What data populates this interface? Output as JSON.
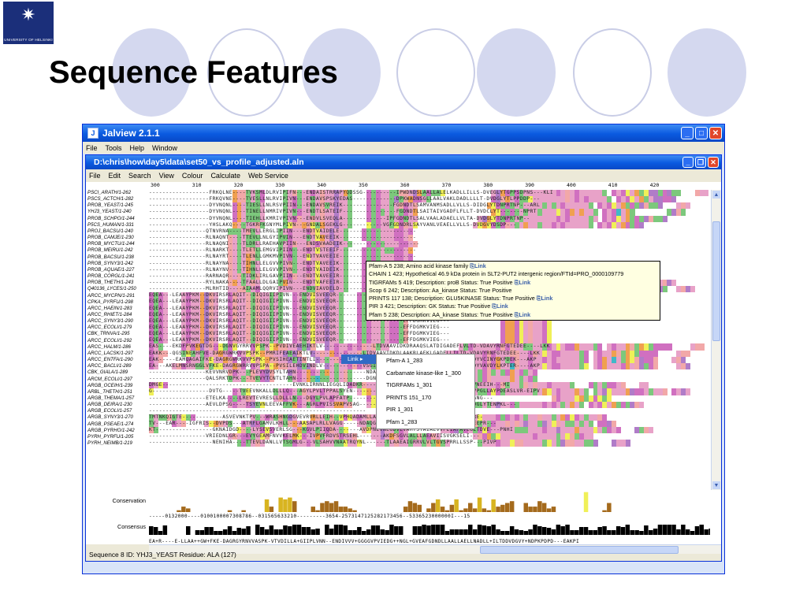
{
  "slide": {
    "title": "Sequence Features",
    "logo_text": "UNIVERSITY OF HELSINKI"
  },
  "app": {
    "title": "Jalview 2.1.1",
    "menu": [
      "File",
      "Tools",
      "Help",
      "Window"
    ]
  },
  "alignment_window": {
    "title": "D:\\chris\\how\\day5\\data\\set50_vs_profile_adjusted.aln",
    "menu": [
      "File",
      "Edit",
      "Search",
      "View",
      "Colour",
      "Calculate",
      "Web Service"
    ]
  },
  "ruler": [
    "300",
    "310",
    "320",
    "330",
    "340",
    "350",
    "360",
    "370",
    "380",
    "390",
    "400",
    "410",
    "420"
  ],
  "sequence_names": [
    "PSCI_ARATH/1-262",
    "PSCS_ACTCH/1-282",
    "PROB_YEAST/1-245",
    "YHJ3_YEAST/1-240",
    "PROB_SCHPO/1-244",
    "P5CS_HUMAN/1-331",
    "PROJ_BACSU/1-240",
    "PROB_CAMJE/1-230",
    "PROB_MYCTU/1-244",
    "PROB_MEIRU/1-242",
    "PROB_BACSU/1-238",
    "PROB_SYNY3/1-242",
    "PROB_AQUAE/1-227",
    "PROB_CORGL/1-241",
    "PROB_THETH/1-243",
    "Q40136_LYCES/1-250",
    "ARCC_MYCPN/1-291",
    "CPKA_PYRFU/1-298",
    "ARCC_HAEIN/1-283",
    "ARCC_RHIET/1-284",
    "ARCC_SYNY3/1-290",
    "ARCC_ECOLI/1-279",
    "CBK_TRNVA/1-295",
    "ARCC_ECOLI/1-292",
    "ARCC_HALM/1-286",
    "ARCC_LACSK/1-297",
    "ARCC_ENTFA/1-290",
    "ARCC_BACLI/1-289",
    "CBK_GIALA/1-289",
    "ARCM_ECOLI/1-297",
    "ARGB_OCEIH/1-239",
    "ARBL_THETH/1-251",
    "ARGB_THEMA/1-257",
    "ARGB_DEIRA/1-230",
    "ARGB_ECOLI/1-257",
    "ARGB_SYNY3/1-270",
    "ARGB_PSEAE/1-274",
    "ARGB_PYRHO/1-242",
    "PYRH_PYRFU/1-205",
    "PYRH_NEIMB/1-219"
  ],
  "sequence_text": [
    "------------------FRKQLNE----TVKSMLDLRVIPIFN---ENDAISTRRAPYQDSSG----------IPWDNDSLAALLALELKADLLILLS-DVEGLYTGPPSDPNS---KLI",
    "------------------FRKQVNE----TVESLLNLRVIPIVN---ENDAVSPSKYEDAS-------------DPKWADNSGLLAALVAKLDADLLLLT-DVDGLYTLPPDDP---",
    "------------------DYVNQNL----TIESLLNLRSVPIIN---ENDAVSVREIK---------------FGDNDTLSAMVANMSADLLVLLS-DIDGLYTDNPRTNP---ARL",
    "------------------DYVNQNL----TINELLNMRIVPIVN---ENDTLSATEIF----------------FGDNDTLSAITAIVGADFLFLLT-DVDCLYT-------NPRT",
    "------------------DYVNQNL----TIEHLLKMRIVPIVN---ENDVLSVEQLA-------------IPFGDNDTLSALVAALADAELLVLTA-DVDGLYTDNPRTNP--",
    "------------------YHSLAKQ----TGKRFKGNYMLPIVN---GNDALSGEKLG------------VGFGDNDRLSAYVANLVEAELLVLLS-DVDGVYDSDP---",
    "-----------------QTNVRNA----TMEVLLERGLIPIIN---ENDTVAIDELE-----------------------",
    "-----------------RLNAQNT----TTEVLLNLGYIPVIN---ENDTVAVEEIK-----------------------",
    "-----------------RLNAQNI----TLDRLLRAEHAVPIIN---ENDSVAADEIK-----------------------",
    "-----------------RLNARKT----TLETLLEMGVIPIIN---ENDTVSTEEIF-----------------------",
    "-----------------RLNAYRT----TLENLLGMKMVPIVN---ENDTVAVEEIE-----------------------",
    "-----------------RLNAYNA----TIHNLLELGVVPIVN---ENDTVAVEEIK-----------------------",
    "-----------------RLNAYNV----TIHNLLELGVVPIVN---ENDTVAIDEIK-----------------------",
    "-----------------RARNAQR----TIDKLIRLGAVPIIN---ENDTVAVEEIR---------------------------TDPT---AKFI",
    "-----------------RYLNAKA----TFAALLDLGAIPVIN---ENDTVAFEEIR-----------FGDNDRLSARVAALVEAGLLALLS-DVDALYEEDPKKNP---ARPI",
    "-----------------MLRHTID----AIAAMLQQRVIPIVN---ENDVIAVDELD-----------HGHSFGDNDRLAAMVTHETNADALIVLS-DVDALYTANPHVDPT--ARPI",
    "EQEA---LEAAYPKM--DKVIRSRLAQIT--DIQIGIIPIVN---ENDVISVEEQR--------------------EFFDGMKVIEG---",
    "EQEA---LEAAYPKM--DKVIRSRLAQIT--DIQIGIIPIVN---ENDVISVEEQR--------------------EFFDGMKVIEG---",
    "EQEA---LEAAYPKM--DKVIRSRLAQIT--DIQIGIIPIVN---ENDVISVEEQR--------------------EFFDGMKVIEG---",
    "EQEA---LEAAYPKM--DKVIRSRLAQIT--DIQIGIIPIVN---ENDVISVEEQR--------------------EFFDGMKVIEG---",
    "EQEA---LEAAYPKM--DKVIRSRLAQIT--DIQIGIIPIVN---ENDVISVEEQR--------------------EFFDGMKVIEG---",
    "EQEA---LEAAYPKM--DKVIRSRLAQIT--DIQIGIIPIVN---ENDVISVEEQR--------------------EFFDGMKVIEG---",
    "EQEA---LEAAYPKM--DKVIRSRLAQIT--DIQIGIIPIVN---ENDVISVEEQR--------------------EFFDGMKVIEG---",
    "EQEA---LEAAYPKM--DKVIRSRLAQIT--DIQIGIIPIVN---ENDVISVEEQR--------------------EFFDGMKVIEG---",
    "EAS----EKDFPVKEGTDG---DGNVGYRRVVPSPK--PVDIVEAEHIKTLV---------------LTDVAAVIDKDRAAQSLATDIGADEFLVLTD-VDAVYRNFGTEDEE----LKK",
    "EAKK---QGSINEAHFVE-DAGRGWRKVVPSPK--PMRIFEAEAIKTLV---------------LIDVAAVIDKDLAAKRLAEKLGADELLILTD-VDAVYRNFGTEDEE----LKK",
    "EAK-----EAMQAGAIFKE-DAGRGWRKVVPSPK--PVSIHEAETINTLI--------------LKDVEAVIDKDFASEKLAELVDADALVILTD-VDYVCINYGKPDEK---AKP",
    "EA---AKELMNSRNGGLVFKE-DAGRGWRRVVPSPA--PVSILEHDVINDLV------------VSGIDAVIDKDFAACKLAELVGADELVILTG-VDYVAVDYLKPTER----AKP",
    "-----------------KEVVNRVDPK---PLEVYDVSYLTAHN---------------------NDATLASDKTLSDYLENLD---",
    "-----------------QALSRKTDPK---TVEVYTCNTLTAHN---------------------DGNDLASDKLLALYLNAES---",
    "DMGE---------------------------------------EVNKLIRNNLIEGQLIDADKR-----YNVMIADKTLASRLRLADVLVLT---ESVNEEIH---MI",
    "G-----------------DVTG-----TVEEVNKALLDLLLQ---AGYLPVLTPPALSYEN-------EAINTDGDQIAALLATLYGAEALVYLS-NVPGLLAYPDEASLVR-EIPV",
    "-----------------ETELKA----LREVTEVRESLLDLLLN---DGYLPVLAPFATP---------------------------RDLALGYTGEGNG---",
    "-----------------AEVLDPSG----TSYEVNLEEVAFFVK---AGRLPVISSVAPVSAG-------NNLNVPAADNLVALVEADAQVYLS-DIDGLYTENPKL---",
    "-----------------------------------------------------------------",
    "TMTNKQIGTE------------ASVEVNKTPV---WRASHNGDGVEVRVRLLEIH--VPHQADAMLLAELLGLLLETEMDLTVIRLVSIYDGEITAVRE-",
    "TV---EAR----IGFRIS--DVPDS---ATRFLGAMVLKHLL---AASAPLRLLVAGG-----NDAQGLAHSVSEVARLHAPLLTPIGRLSSVTMT-EEPR---",
    "KT-----------------GKNAIDGD----LYSEVSVERLSG---KGVLPIIQDA-------AVDPNEVNEGDVLVAMTSTAIAEVVPLIAFAVLGLTDVE---PNHI",
    "-----------------VRIEDNLGR---EVYGEAMFNVVKELMK---IVPVFRDVSTRSEHL-------AKDFSGVLALLLAEAVIISVGKSELI---",
    "-------------------NENIHA----TTEVLDANLLVTSGMLG---VLSAHVVNAATRQYNL------TLAAEAIGRRVLVLTGVSPRRLLSSP---PIVP"
  ],
  "tooltip": {
    "lines": [
      {
        "text": "Pfam-A 5 238; Amino acid kinase family",
        "link": "Link"
      },
      {
        "text": "CHAIN 1 423; Hypothetical 46.9 kDa protein in SLT2-PUT2 intergenic region/FTId=PRO_0000109779",
        "link": ""
      },
      {
        "text": "TIGRFAMs 5 419; Description: proB Status: True Positive",
        "link": "Link"
      },
      {
        "text": "Scop 6 242; Description: Aa_kinase Status: True Positive",
        "link": ""
      },
      {
        "text": "PRINTS 117 138; Description: GLU5KINASE Status: True Positive",
        "link": "Link"
      },
      {
        "text": "PIR 3 421; Description: GK Status: True Positive",
        "link": "Link"
      },
      {
        "text": "Pfam 5 238; Description: AA_kinase Status: True Positive",
        "link": "Link"
      }
    ]
  },
  "context_menu": {
    "link_label": "Link",
    "items": [
      "Pfam-A 1_283",
      "Carbamate kinase-like 1_300",
      "TIGRFAMs 1_301",
      "PRINTS 151_170",
      "PIR 1_301",
      "Pfam 1_283"
    ]
  },
  "annotations": {
    "conservation_label": "Conservation",
    "consensus_label": "Consensus",
    "conservation_text": "-----0132000----0100100007308786--031565633210---------3654-2573147125282173456--5336523000000I---15",
    "consensus_text": "EA+R----E-LLAA++GW+FKE-DAGRGYRNVVASPK-VTVDILLA+GIIPLVNN--ENDIVVV+GGGGVPVIEDG++NGL+GVEAFGDNDLLAALLAELLNADLL+ILTDDVDGVY+NDPKPDPD---EAKPI"
  },
  "statusbar": {
    "text": "Sequence 8 ID: YHJ3_YEAST  Residue: ALA (127)"
  },
  "colors": {
    "pink": "#e8a2c8",
    "salmon": "#f2a8a8",
    "green": "#7cc87c",
    "purple": "#b07cc8",
    "magenta": "#d070c0",
    "orange": "#f0a050",
    "cyan": "#40b8c8",
    "blue": "#6070e0",
    "grey_blue": "#8090c8",
    "yellow": "#f0f058",
    "brown": "#a46a1c",
    "gold": "#d8b420",
    "xp_blue": "#0a5ae0"
  }
}
